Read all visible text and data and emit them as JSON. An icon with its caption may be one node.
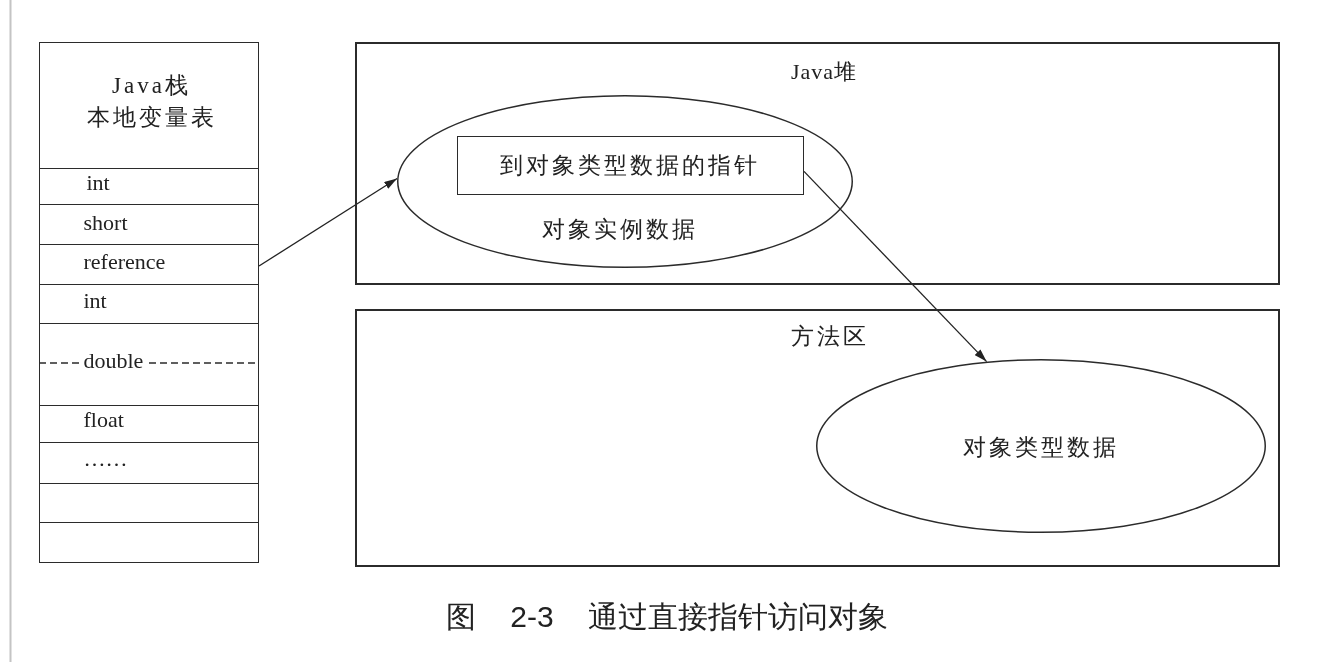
{
  "diagram": {
    "caption": "图 2-3 通过直接指针访问对象",
    "nodes": [
      {
        "text": [
          "Java栈",
          "本地变量表"
        ]
      },
      {
        "text": [
          "int"
        ],
        "in": 0
      },
      {
        "text": [
          "short"
        ],
        "in": 0
      },
      {
        "text": [
          "reference"
        ],
        "in": 0
      },
      {
        "text": [
          "int"
        ],
        "in": 0
      },
      {
        "text": [
          "double"
        ],
        "in": 0
      },
      {
        "text": [
          "float"
        ],
        "in": 0
      },
      {
        "text": [
          "……"
        ],
        "in": 0
      },
      {
        "text": [],
        "shape": "box",
        "in": 0
      },
      {
        "text": [],
        "shape": "box",
        "in": 0
      },
      {
        "text": [
          "Java堆"
        ]
      },
      {
        "text": [
          "对象实例数据"
        ],
        "in": 10
      },
      {
        "text": [
          "到对象类型数据的指针"
        ],
        "in": 11
      },
      {
        "text": [
          "方法区"
        ]
      },
      {
        "text": [
          "对象类型数据"
        ],
        "in": 13
      }
    ],
    "edges": [
      {
        "from": 3,
        "to": 11,
        "arrow": "to"
      },
      {
        "from": 12,
        "to": 14,
        "arrow": "to"
      }
    ]
  }
}
